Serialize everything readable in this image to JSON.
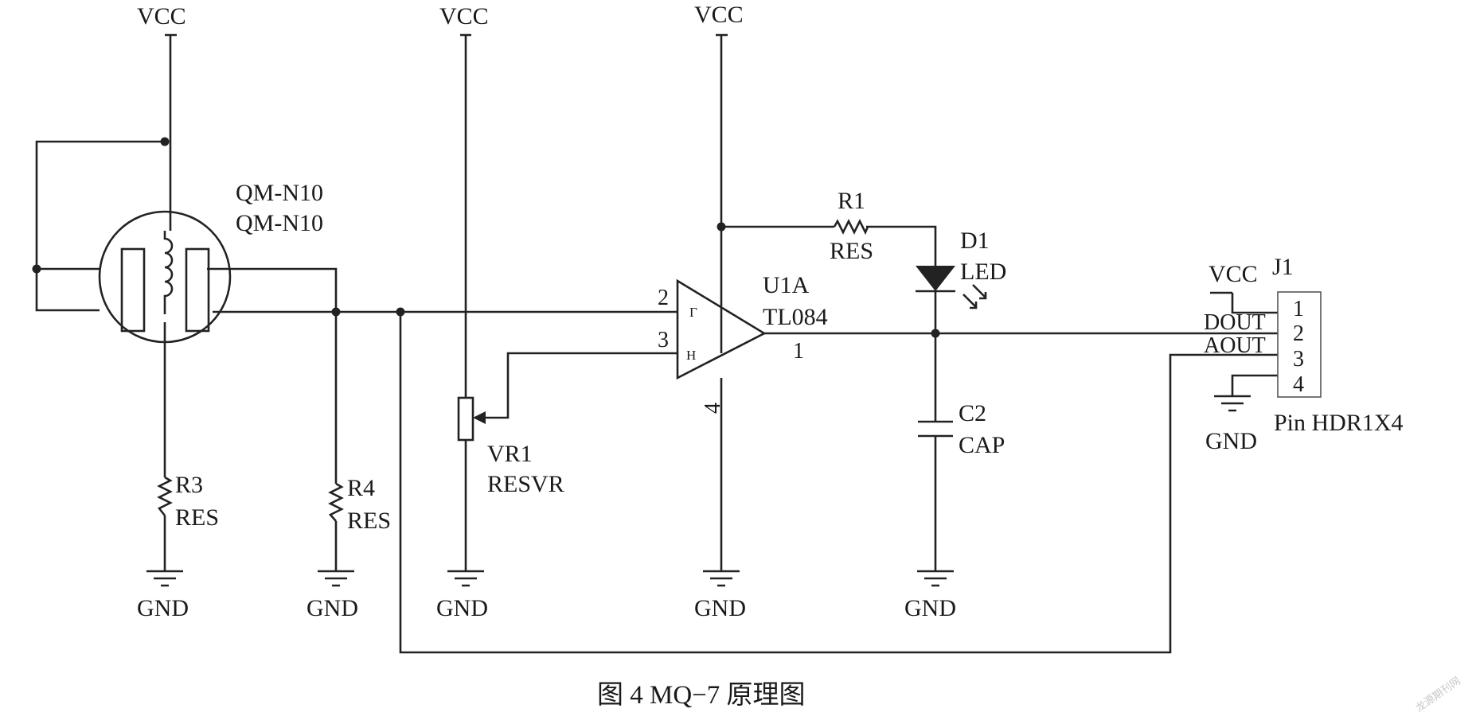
{
  "caption": "图 4   MQ−7 原理图",
  "net_labels": {
    "vcc": "VCC",
    "gnd": "GND"
  },
  "components": {
    "sensor": {
      "ref": "QM-N10",
      "value": "QM-N10"
    },
    "r3": {
      "ref": "R3",
      "value": "RES"
    },
    "r4": {
      "ref": "R4",
      "value": "RES"
    },
    "vr1": {
      "ref": "VR1",
      "value": "RESVR"
    },
    "u1a": {
      "ref": "U1A",
      "value": "TL084",
      "pin_in_minus": "2",
      "pin_in_plus": "3",
      "pin_out": "1",
      "pin_power": "4"
    },
    "r1": {
      "ref": "R1",
      "value": "RES"
    },
    "d1": {
      "ref": "D1",
      "value": "LED"
    },
    "c2": {
      "ref": "C2",
      "value": "CAP"
    },
    "j1": {
      "ref": "J1",
      "value": "Pin HDR1X4",
      "pins": [
        "1",
        "2",
        "3",
        "4"
      ]
    }
  },
  "signals": {
    "dout": "DOUT",
    "aout": "AOUT"
  },
  "watermark": "龙源期刊网"
}
